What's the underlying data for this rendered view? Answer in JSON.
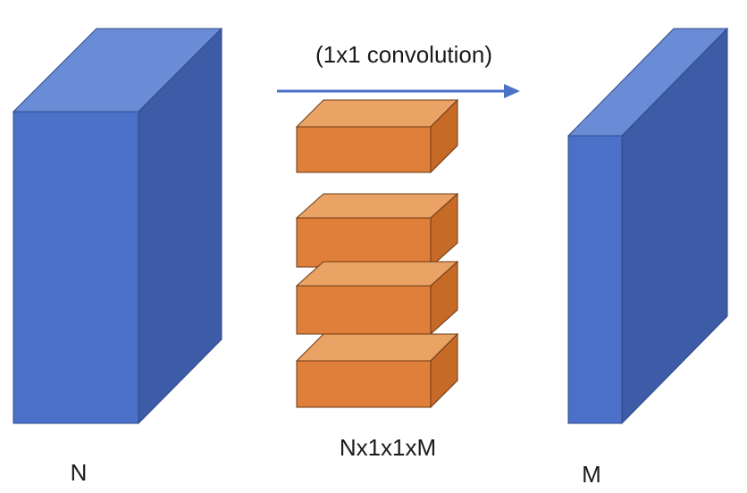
{
  "diagram": {
    "operation_label": "(1x1 convolution)",
    "input_label": "N",
    "filter_label": "Nx1x1xM",
    "output_label": "M"
  },
  "colors": {
    "blue_front": "#4a70c8",
    "blue_top": "#6a8cd6",
    "blue_side": "#3d5ba6",
    "blue_edge": "#2f4a8a",
    "orange_front": "#e07f3a",
    "orange_top": "#eaa265",
    "orange_side": "#c66a28",
    "orange_edge": "#6b3a14",
    "arrow": "#4a70c8"
  },
  "icons": {
    "arrow": "right-arrow-icon"
  }
}
